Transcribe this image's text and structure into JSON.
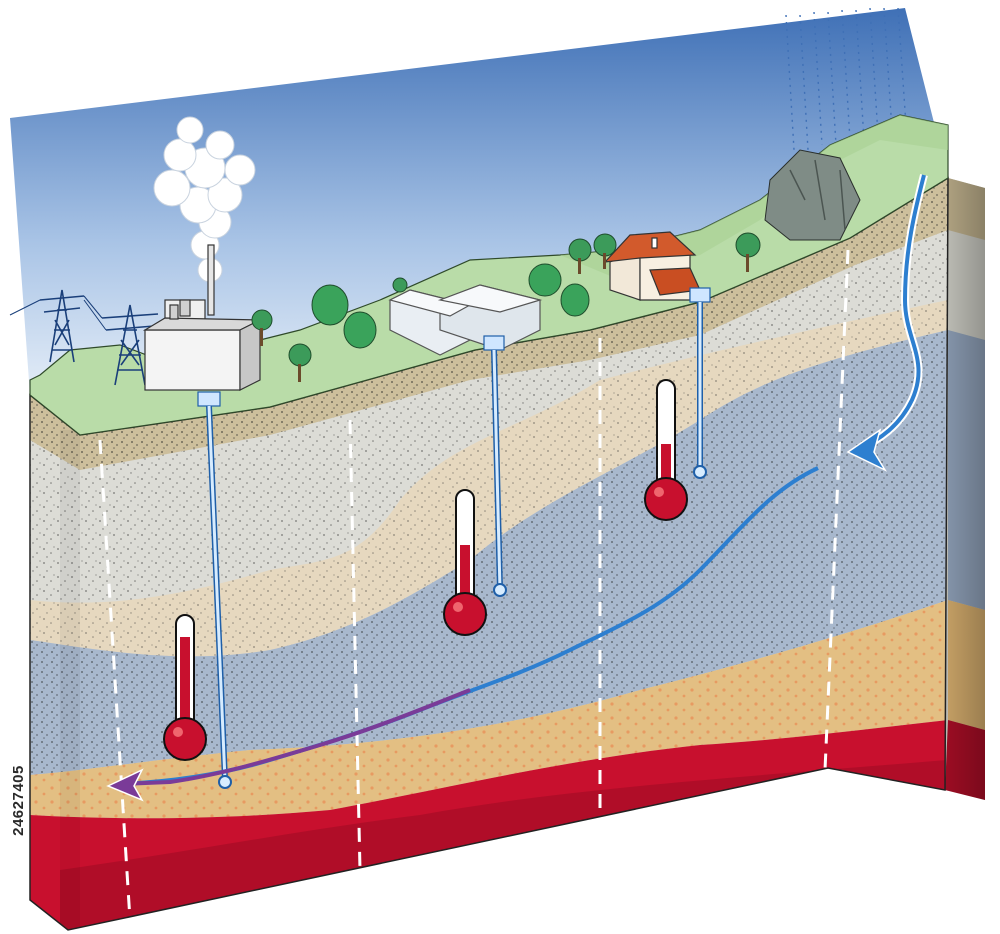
{
  "image_id_label": "24627405",
  "colors": {
    "sky_top": "#3f70b6",
    "sky_bottom": "#f4f8fc",
    "grass": "#b9dca8",
    "topsoil": "#cdbf9c",
    "grey_rock": "#dcdcd6",
    "sandstone": "#e6d8bf",
    "aquifer": "#a8b8cd",
    "deep_sand": "#e3bf83",
    "magma": "#c8102e",
    "cold_water": "#2d7fd0",
    "warm_water": "#7a3b98"
  },
  "icons": [
    "power-pylon-icon",
    "power-plant-icon",
    "steam-plume-icon",
    "greenhouse-icon",
    "house-icon",
    "tree-icon",
    "rain-icon",
    "thermometer-icon",
    "well-pipe-icon",
    "water-flow-arrow-icon"
  ],
  "thermometers": [
    {
      "name": "shallow",
      "level": 0.45
    },
    {
      "name": "middle",
      "level": 0.55
    },
    {
      "name": "deep",
      "level": 0.85
    }
  ]
}
